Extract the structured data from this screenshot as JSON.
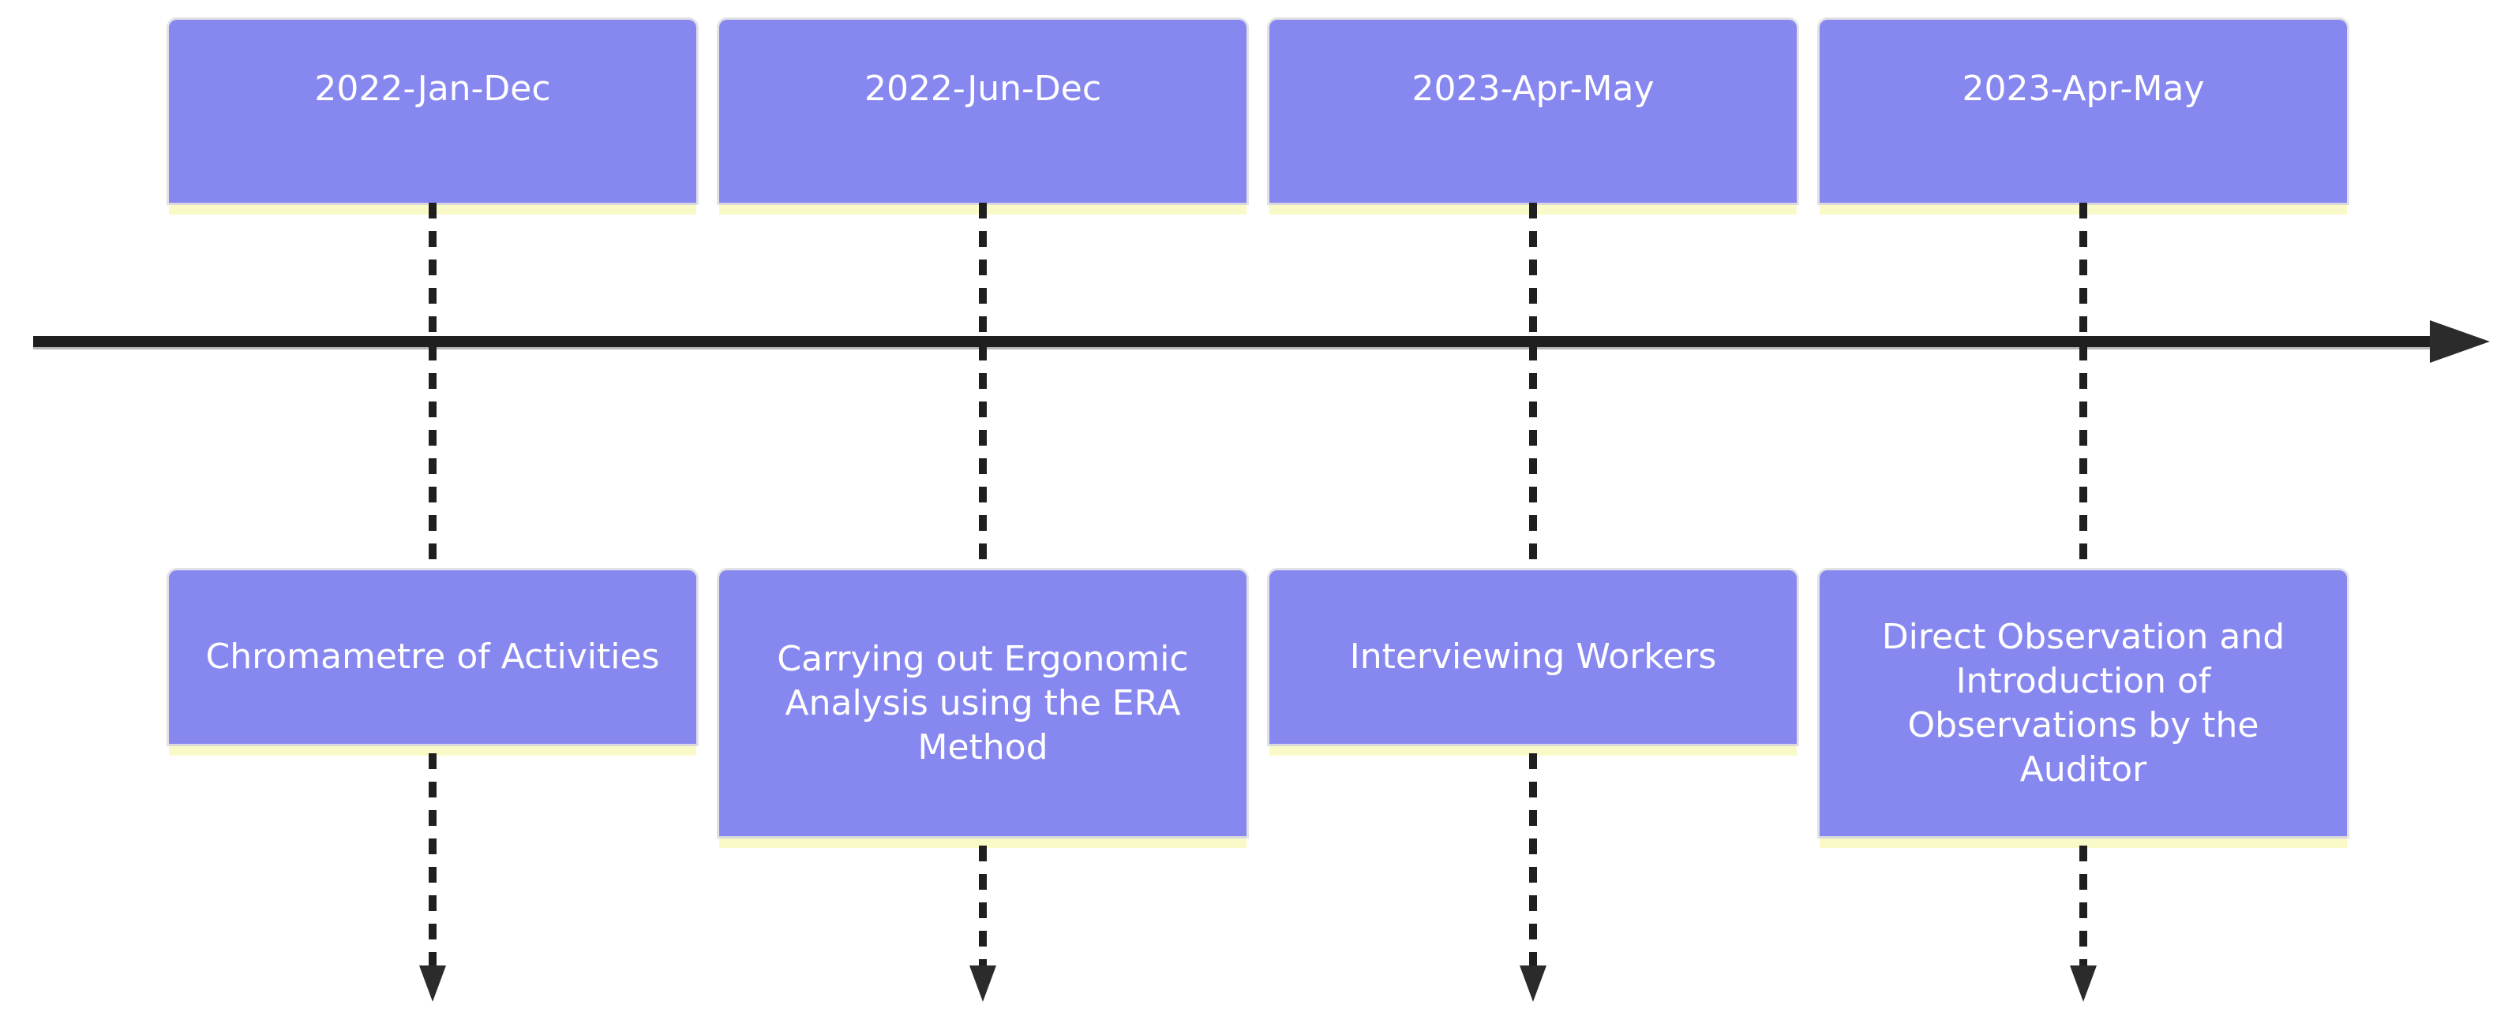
{
  "timeline": {
    "items": [
      {
        "date": "2022-Jan-Dec",
        "activity": "Chromametre of Activities"
      },
      {
        "date": "2022-Jun-Dec",
        "activity": "Carrying out Ergonomic Analysis using the ERA Method"
      },
      {
        "date": "2023-Apr-May",
        "activity": "Interviewing Workers"
      },
      {
        "date": "2023-Apr-May",
        "activity": "Direct Observation and Introduction of Observations by the Auditor"
      }
    ],
    "colors": {
      "box_fill": "#8787F0",
      "box_text": "#FFFFFF",
      "accent_strip": "#FAFAC8",
      "line": "#1F1F1F"
    }
  }
}
